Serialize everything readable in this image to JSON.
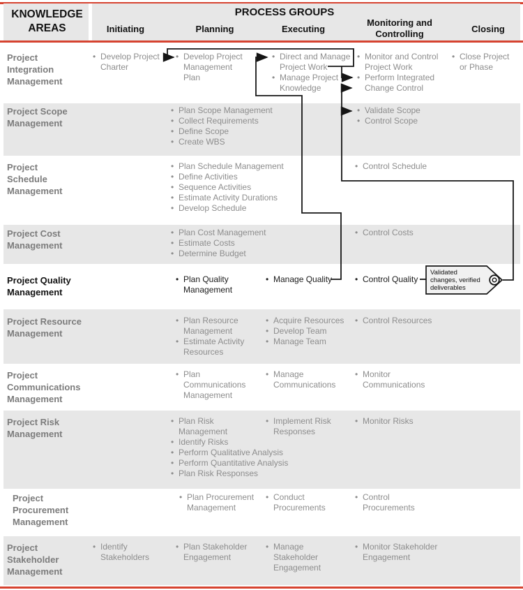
{
  "header": {
    "knowledge_areas_lines": [
      "KNOWLEDGE",
      "AREAS"
    ],
    "process_groups_title": "PROCESS GROUPS",
    "columns": [
      {
        "id": "initiating",
        "lines": [
          "Initiating"
        ]
      },
      {
        "id": "planning",
        "lines": [
          "Planning"
        ]
      },
      {
        "id": "executing",
        "lines": [
          "Executing"
        ]
      },
      {
        "id": "monitoring",
        "lines": [
          "Monitoring and",
          "Controlling"
        ]
      },
      {
        "id": "closing",
        "lines": [
          "Closing"
        ]
      }
    ]
  },
  "rows": [
    {
      "id": "integration",
      "label_lines": [
        "Project",
        "Integration",
        "Management"
      ],
      "highlighted": false,
      "cells": {
        "initiating": [
          [
            "Develop Project",
            "Charter"
          ]
        ],
        "planning": [
          [
            "Develop Project",
            "Management",
            "Plan"
          ]
        ],
        "executing": [
          [
            "Direct and Manage",
            "Project Work"
          ],
          [
            "Manage Project",
            "Knowledge"
          ]
        ],
        "monitoring": [
          [
            "Monitor and Control",
            "Project Work"
          ],
          [
            "Perform Integrated",
            "Change Control"
          ]
        ],
        "closing": [
          [
            "Close Project",
            "or Phase"
          ]
        ]
      }
    },
    {
      "id": "scope",
      "label_lines": [
        "Project Scope",
        "Management"
      ],
      "highlighted": false,
      "cells": {
        "planning": [
          [
            "Plan Scope Management"
          ],
          [
            "Collect Requirements"
          ],
          [
            "Define Scope"
          ],
          [
            "Create WBS"
          ]
        ],
        "monitoring": [
          [
            "Validate Scope"
          ],
          [
            "Control Scope"
          ]
        ]
      }
    },
    {
      "id": "schedule",
      "label_lines": [
        "Project",
        "Schedule",
        "Management"
      ],
      "highlighted": false,
      "cells": {
        "planning": [
          [
            "Plan Schedule Management"
          ],
          [
            "Define Activities"
          ],
          [
            "Sequence Activities"
          ],
          [
            "Estimate Activity Durations"
          ],
          [
            "Develop Schedule"
          ]
        ],
        "monitoring": [
          [
            "Control Schedule"
          ]
        ]
      }
    },
    {
      "id": "cost",
      "label_lines": [
        "Project Cost",
        "Management"
      ],
      "highlighted": false,
      "cells": {
        "planning": [
          [
            "Plan Cost Management"
          ],
          [
            "Estimate Costs"
          ],
          [
            "Determine Budget"
          ]
        ],
        "monitoring": [
          [
            "Control Costs"
          ]
        ]
      }
    },
    {
      "id": "quality",
      "label_lines": [
        "Project Quality",
        "Management"
      ],
      "highlighted": true,
      "cells": {
        "planning": [
          [
            "Plan Quality",
            "Management"
          ]
        ],
        "executing": [
          [
            "Manage Quality"
          ]
        ],
        "monitoring": [
          [
            "Control Quality"
          ]
        ]
      }
    },
    {
      "id": "resource",
      "label_lines": [
        "Project Resource",
        "Management"
      ],
      "highlighted": false,
      "cells": {
        "planning": [
          [
            "Plan Resource",
            "Management"
          ],
          [
            "Estimate Activity",
            "Resources"
          ]
        ],
        "executing": [
          [
            "Acquire Resources"
          ],
          [
            "Develop Team"
          ],
          [
            "Manage Team"
          ]
        ],
        "monitoring": [
          [
            "Control Resources"
          ]
        ]
      }
    },
    {
      "id": "communications",
      "label_lines": [
        "Project",
        "Communications",
        "Management"
      ],
      "highlighted": false,
      "cells": {
        "planning": [
          [
            "Plan",
            "Communications",
            "Management"
          ]
        ],
        "executing": [
          [
            "Manage",
            "Communications"
          ]
        ],
        "monitoring": [
          [
            "Monitor",
            "Communications"
          ]
        ]
      }
    },
    {
      "id": "risk",
      "label_lines": [
        "Project Risk",
        "Management"
      ],
      "highlighted": false,
      "cells": {
        "planning": [
          [
            "Plan Risk",
            "Management"
          ],
          [
            "Identify Risks"
          ],
          [
            "Perform Qualitative Analysis"
          ],
          [
            "Perform Quantitative Analysis"
          ],
          [
            "Plan Risk Responses"
          ]
        ],
        "executing": [
          [
            "Implement Risk",
            "Responses"
          ]
        ],
        "monitoring": [
          [
            "Monitor Risks"
          ]
        ]
      }
    },
    {
      "id": "procurement",
      "label_lines": [
        "Project",
        "Procurement",
        "Management"
      ],
      "highlighted": false,
      "cells": {
        "planning": [
          [
            "Plan Procurement",
            "Management"
          ]
        ],
        "executing": [
          [
            "Conduct",
            "Procurements"
          ]
        ],
        "monitoring": [
          [
            "Control",
            "Procurements"
          ]
        ]
      }
    },
    {
      "id": "stakeholder",
      "label_lines": [
        "Project",
        "Stakeholder",
        "Management"
      ],
      "highlighted": false,
      "cells": {
        "initiating": [
          [
            "Identify",
            "Stakeholders"
          ]
        ],
        "planning": [
          [
            "Plan Stakeholder",
            "Engagement"
          ]
        ],
        "executing": [
          [
            "Manage",
            "Stakeholder",
            "Engagement"
          ]
        ],
        "monitoring": [
          [
            "Monitor Stakeholder",
            "Engagement"
          ]
        ]
      }
    }
  ],
  "tag": {
    "lines": [
      "Validated",
      "changes, verified",
      "deliverables"
    ]
  },
  "connections": [
    {
      "from": "Direct and Manage Project Work",
      "to": "Develop Project Management Plan"
    },
    {
      "from": "Direct and Manage Project Work",
      "to": "Perform Integrated Change Control"
    },
    {
      "from": "Manage Quality",
      "to": "Direct and Manage Project Work"
    },
    {
      "from": "Validated changes, verified deliverables",
      "to": "Perform Integrated Change Control"
    },
    {
      "from": "Validated changes, verified deliverables",
      "to": "Validate Scope"
    },
    {
      "from": "Control Quality",
      "to": "Validated changes, verified deliverables"
    }
  ],
  "colors": {
    "accent_red": "#d64330",
    "band_gray": "#e7e7e7",
    "text_gray": "#8d8d8d",
    "label_gray": "#7c7c7c",
    "highlight_black": "#1a1a1a",
    "tag_fill": "#f1f1f1",
    "line_black": "#151515"
  }
}
